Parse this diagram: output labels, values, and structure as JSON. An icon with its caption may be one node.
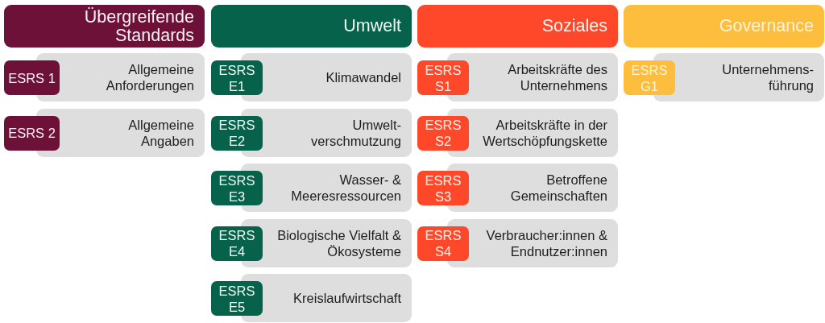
{
  "diagram": {
    "nodes": [
      {
        "text": [
          "Übergreifende Standards"
        ]
      },
      {
        "text": [
          "ESRS 1"
        ]
      },
      {
        "text": [
          "Allgemeine Anforderungen"
        ]
      },
      {
        "text": [
          "ESRS 2"
        ]
      },
      {
        "text": [
          "Allgemeine Angaben"
        ]
      },
      {
        "text": [
          "Umwelt"
        ]
      },
      {
        "text": [
          "ESRS E1"
        ]
      },
      {
        "text": [
          "Klimawandel"
        ]
      },
      {
        "text": [
          "ESRS E2"
        ]
      },
      {
        "text": [
          "Umwelt- verschmutzung"
        ]
      },
      {
        "text": [
          "ESRS E3"
        ]
      },
      {
        "text": [
          "Wasser- & Meeresressourcen"
        ]
      },
      {
        "text": [
          "ESRS E4"
        ]
      },
      {
        "text": [
          "Biologische Vielfalt & Ökosysteme"
        ]
      },
      {
        "text": [
          "ESRS E5"
        ]
      },
      {
        "text": [
          "Kreislaufwirtschaft"
        ]
      },
      {
        "text": [
          "Soziales"
        ]
      },
      {
        "text": [
          "ESRS S1"
        ]
      },
      {
        "text": [
          "Arbeitskräfte des Unternehmens"
        ]
      },
      {
        "text": [
          "ESRS S2"
        ]
      },
      {
        "text": [
          "Arbeitskräfte in der Wertschöpfungskette"
        ]
      },
      {
        "text": [
          "ESRS S3"
        ]
      },
      {
        "text": [
          "Betroffene Gemeinschaften"
        ]
      },
      {
        "text": [
          "ESRS S4"
        ]
      },
      {
        "text": [
          "Verbraucher:innen & Endnutzer:innen"
        ]
      },
      {
        "text": [
          "Governance"
        ]
      },
      {
        "text": [
          "ESRS G1"
        ]
      },
      {
        "text": [
          "Unternehmens- führung"
        ]
      }
    ]
  }
}
